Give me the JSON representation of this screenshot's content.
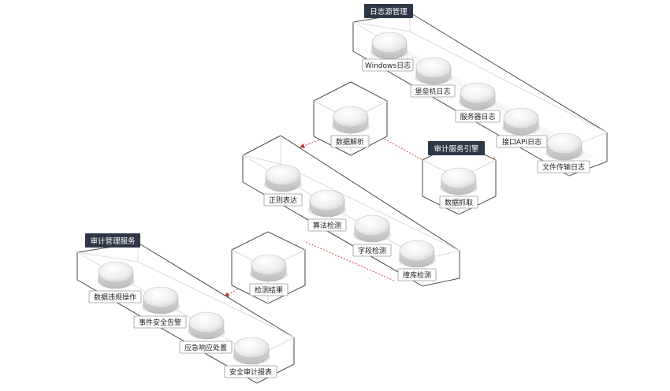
{
  "groups": {
    "log_sources": {
      "title": "日志源管理",
      "nodes": [
        "Windows日志",
        "堡垒机日志",
        "服务器日志",
        "接口API日志",
        "文件传输日志"
      ]
    },
    "audit_engine": {
      "title": "审计服务引擎",
      "nodes": [
        "数据抓取"
      ]
    },
    "parse": {
      "nodes": [
        "数据解析"
      ]
    },
    "detection": {
      "nodes": [
        "正则表达",
        "算法检测",
        "字段检测",
        "撞库检测"
      ]
    },
    "result": {
      "nodes": [
        "检测结果"
      ]
    },
    "audit_management": {
      "title": "审计管理服务",
      "nodes": [
        "数据违规操作",
        "事件安全告警",
        "应急响应处置",
        "安全审计报表"
      ]
    }
  },
  "colors": {
    "title_bg": "#2f3747",
    "connector": "#c33a3a",
    "outline": "#4a4a4a"
  }
}
